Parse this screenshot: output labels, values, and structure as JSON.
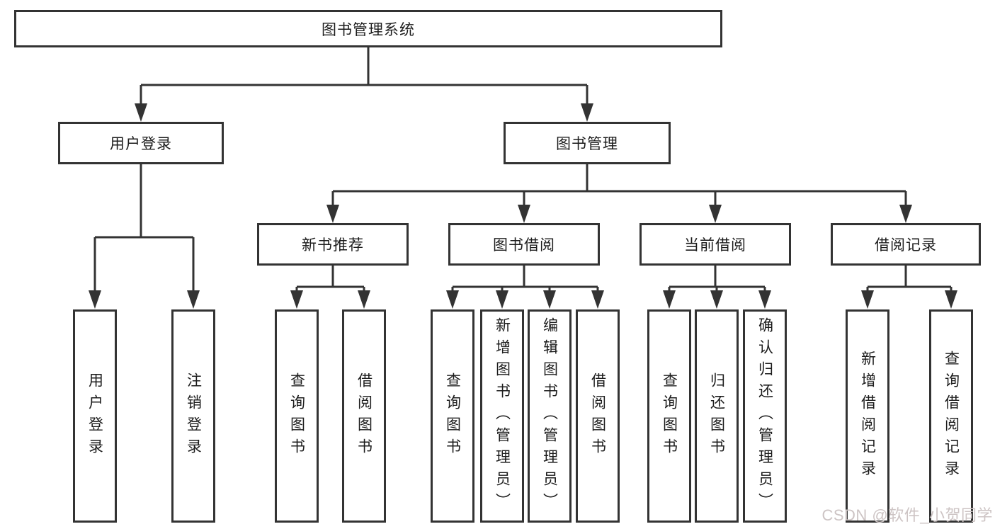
{
  "colors": {
    "line": "#333333",
    "box_border": "#333333",
    "box_background": "#ffffff",
    "text": "#1c1c1c",
    "watermark": "#cdc4c4"
  },
  "watermark": {
    "text": "CSDN @软件_小贺同学"
  },
  "diagram": {
    "type": "hierarchy-tree",
    "root": {
      "label": "图书管理系统",
      "children": [
        {
          "label": "用户登录",
          "children": [
            {
              "label": "用户登录"
            },
            {
              "label": "注销登录"
            }
          ]
        },
        {
          "label": "图书管理",
          "children": [
            {
              "label": "新书推荐",
              "children": [
                {
                  "label": "查询图书"
                },
                {
                  "label": "借阅图书"
                }
              ]
            },
            {
              "label": "图书借阅",
              "children": [
                {
                  "label": "查询图书"
                },
                {
                  "label": "新增图书（管理员）"
                },
                {
                  "label": "编辑图书（管理员）"
                },
                {
                  "label": "借阅图书"
                }
              ]
            },
            {
              "label": "当前借阅",
              "children": [
                {
                  "label": "查询图书"
                },
                {
                  "label": "归还图书"
                },
                {
                  "label": "确认归还（管理员）"
                }
              ]
            },
            {
              "label": "借阅记录",
              "children": [
                {
                  "label": "新增借阅记录"
                },
                {
                  "label": "查询借阅记录"
                }
              ]
            }
          ]
        }
      ]
    }
  }
}
